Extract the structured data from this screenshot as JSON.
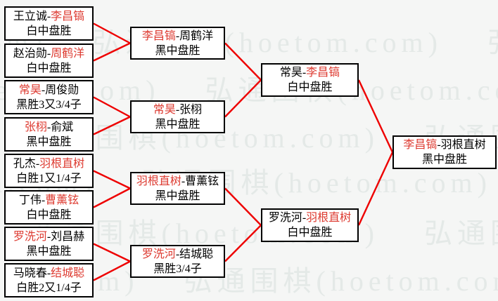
{
  "watermark": {
    "tile": "弘通围棋(hoetom.com)"
  },
  "colors": {
    "background": "#f5f6f5",
    "box_bg": "#ffffff",
    "box_border": "#000000",
    "connector_line": "#ee0000",
    "winner_text": "#dd3a30",
    "normal_text": "#000000"
  },
  "separator": "-",
  "rounds": {
    "r1": [
      {
        "n1": "王立诚",
        "c1": "blk",
        "n2": "李昌镐",
        "c2": "red",
        "result": "白中盘胜"
      },
      {
        "n1": "赵治勋",
        "c1": "blk",
        "n2": "周鹤洋",
        "c2": "red",
        "result": "白中盘胜"
      },
      {
        "n1": "常昊",
        "c1": "red",
        "n2": "周俊勋",
        "c2": "blk",
        "result": "黑胜3又3/4子"
      },
      {
        "n1": "张栩",
        "c1": "red",
        "n2": "俞斌",
        "c2": "blk",
        "result": "黑中盘胜"
      },
      {
        "n1": "孔杰",
        "c1": "blk",
        "n2": "羽根直树",
        "c2": "red",
        "result": "白胜1又1/4子"
      },
      {
        "n1": "丁伟",
        "c1": "blk",
        "n2": "曹薰铉",
        "c2": "red",
        "result": "白中盘胜"
      },
      {
        "n1": "罗洗河",
        "c1": "red",
        "n2": "刘昌赫",
        "c2": "blk",
        "result": "黑中盘胜"
      },
      {
        "n1": "马晓春",
        "c1": "blk",
        "n2": "结城聪",
        "c2": "red",
        "result": "白胜2又1/4子"
      }
    ],
    "r2": [
      {
        "n1": "李昌镐",
        "c1": "red",
        "n2": "周鹤洋",
        "c2": "blk",
        "result": "黑中盘胜"
      },
      {
        "n1": "常昊",
        "c1": "red",
        "n2": "张栩",
        "c2": "blk",
        "result": "黑中盘胜"
      },
      {
        "n1": "羽根直树",
        "c1": "red",
        "n2": "曹薰铉",
        "c2": "blk",
        "result": "黑中盘胜"
      },
      {
        "n1": "罗洗河",
        "c1": "red",
        "n2": "结城聪",
        "c2": "blk",
        "result": "黑胜3/4子"
      }
    ],
    "sf": [
      {
        "n1": "常昊",
        "c1": "blk",
        "n2": "李昌镐",
        "c2": "red",
        "result": "白中盘胜"
      },
      {
        "n1": "罗洗河",
        "c1": "blk",
        "n2": "羽根直树",
        "c2": "red",
        "result": "白中盘胜"
      }
    ],
    "final": [
      {
        "n1": "李昌镐",
        "c1": "red",
        "n2": "羽根直树",
        "c2": "blk",
        "result": "黑中盘胜"
      }
    ]
  }
}
